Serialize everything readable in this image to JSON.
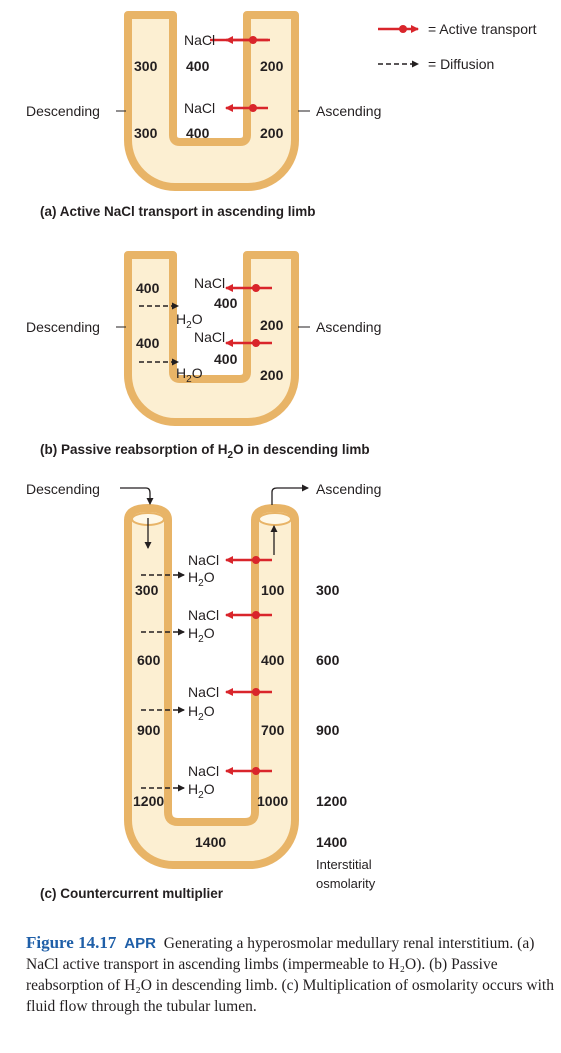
{
  "legend": {
    "active": "= Active transport",
    "diffusion": "= Diffusion"
  },
  "colors": {
    "active_arrow": "#d9252b",
    "diffusion_arrow": "#231f20",
    "tube_outer": "#e8b467",
    "tube_inner": "#fcefd2",
    "accent": "#1f5fa8"
  },
  "panel_a": {
    "descending": "Descending",
    "ascending": "Ascending",
    "nacl_1": "NaCl",
    "nacl_2": "NaCl",
    "d1": "300",
    "d2": "300",
    "m1": "400",
    "m2": "400",
    "a1": "200",
    "a2": "200",
    "caption": "(a) Active NaCl transport in ascending limb"
  },
  "panel_b": {
    "descending": "Descending",
    "ascending": "Ascending",
    "nacl_1": "NaCl",
    "nacl_2": "NaCl",
    "h2o_1": "H",
    "h2o_2": "H",
    "d1": "400",
    "d2": "400",
    "m1": "400",
    "m2": "400",
    "a1": "200",
    "a2": "200",
    "caption_pre": "(b) Passive reabsorption of H",
    "caption_sub": "2",
    "caption_post": "O in descending limb"
  },
  "panel_c": {
    "descending": "Descending",
    "ascending": "Ascending",
    "rows": [
      {
        "nacl": "NaCl",
        "h2o": "H",
        "d": "300",
        "a": "100",
        "i": "300"
      },
      {
        "nacl": "NaCl",
        "h2o": "H",
        "d": "600",
        "a": "400",
        "i": "600"
      },
      {
        "nacl": "NaCl",
        "h2o": "H",
        "d": "900",
        "a": "700",
        "i": "900"
      },
      {
        "nacl": "NaCl",
        "h2o": "H",
        "d": "1200",
        "a": "1000",
        "i": "1200"
      }
    ],
    "bottom": "1400",
    "interstitial_value": "1400",
    "interstitial_label_1": "Interstitial",
    "interstitial_label_2": "osmolarity",
    "caption": "(c) Countercurrent multiplier"
  },
  "figure_caption": {
    "number": "Figure 14.17",
    "apr": "APR",
    "text": "Generating a hyperosmolar medullary renal interstitium. (a) NaCl active transport in ascending limbs (impermeable to H₂O). (b) Passive reabsorption of H₂O in descending limb. (c) Multiplication of osmolarity occurs with fluid flow through the tubular lumen."
  }
}
